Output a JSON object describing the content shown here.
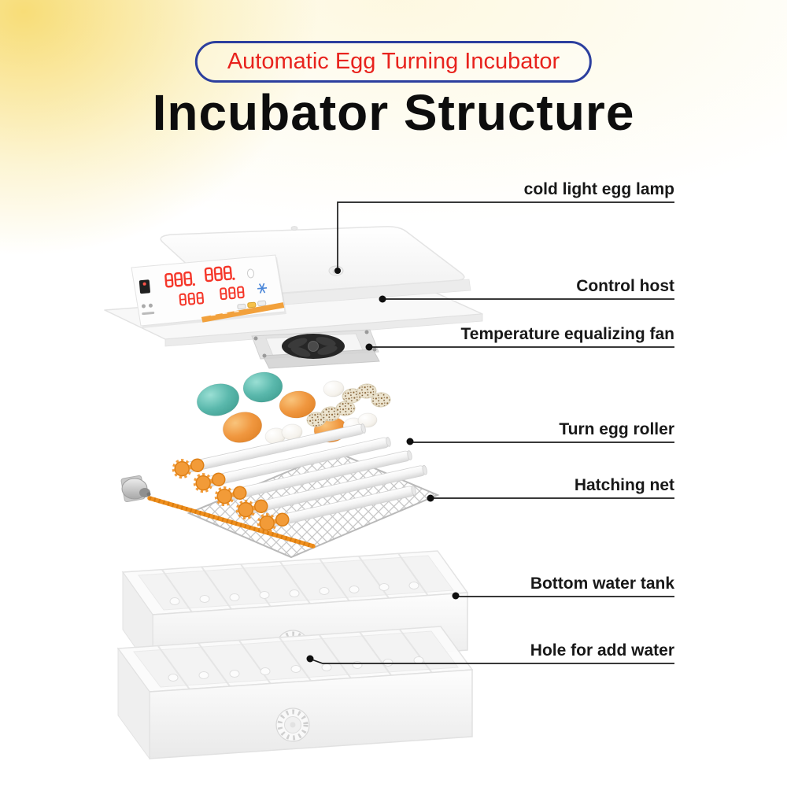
{
  "header": {
    "badge": "Automatic Egg Turning Incubator",
    "title": "Incubator Structure"
  },
  "callouts": [
    {
      "id": "egg-lamp",
      "label": "cold light egg lamp"
    },
    {
      "id": "control-host",
      "label": "Control host"
    },
    {
      "id": "fan",
      "label": "Temperature equalizing fan"
    },
    {
      "id": "roller",
      "label": "Turn egg roller"
    },
    {
      "id": "net",
      "label": "Hatching net"
    },
    {
      "id": "tank",
      "label": "Bottom water tank"
    },
    {
      "id": "water-hole",
      "label": "Hole for add water"
    }
  ],
  "colors": {
    "badge_border": "#2c3f9e",
    "badge_text": "#e8231d",
    "title_text": "#0d0d0d",
    "callout_text": "#181818",
    "egg_teal": "#57b7ab",
    "egg_orange": "#f0973f",
    "egg_quail_speckle": "#8a6436",
    "gear_orange": "#f29b38",
    "threaded_rod_orange": "#ef8f1d",
    "led_display_red": "#f5372a",
    "background_glow": "#f6d558"
  },
  "diagram_parts": [
    "control-host-lid",
    "control-panel",
    "cold-light-egg-lamp-hole",
    "temperature-equalizing-fan",
    "eggs",
    "turn-egg-rollers",
    "roller-motor",
    "threaded-rod",
    "hatching-net",
    "bottom-water-tank-upper",
    "bottom-water-tank-lower",
    "water-fill-cap"
  ],
  "panel": {
    "icons": [
      "power-switch",
      "indicator-icons",
      "snowflake-icon",
      "egg-icon",
      "brand-strip"
    ]
  }
}
